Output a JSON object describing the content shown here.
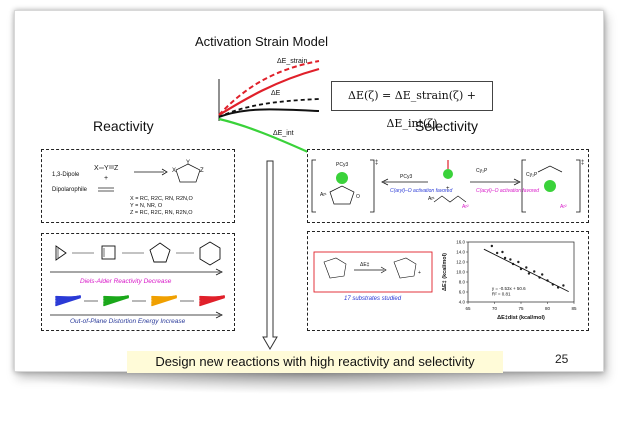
{
  "slide": {
    "title": "Activation Strain Model",
    "equation": "ΔE(ζ) = ΔE_strain(ζ) + ΔE_int(ζ)",
    "reactivity_heading": "Reactivity",
    "selectivity_heading": "Selectivity",
    "banner": "Design new reactions with high reactivity and selectivity",
    "page_number": "25"
  },
  "strain_plot": {
    "label_strain": "ΔE_strain",
    "label_e": "ΔE",
    "label_int": "ΔE_int",
    "colors": {
      "strain": "#e0202a",
      "e": "#111111",
      "int": "#3ad23a"
    }
  },
  "reactivity": {
    "dipole_label": "1,3-Dipole",
    "dipolarophile_label": "Dipolarophile",
    "x_def": "X = RC, R2C, RN, R2N,O",
    "y_def": "Y = N, NR, O",
    "z_def": "Z = RC, R2C, RN, R2N,O",
    "da_arrow_label": "Diels-Alder Reactivity Decrease",
    "distortion_arrow_label": "Out-of-Plane Distortion Energy Increase",
    "colors": {
      "da_label": "#d818c8",
      "distortion_label": "#2a3a9a"
    },
    "ring_icons": [
      "cyclopropene-icon",
      "cyclobutene-icon",
      "cyclopentene-icon",
      "cyclohexene-icon"
    ],
    "distortion_colors": [
      "#2a3ad6",
      "#1aa81a",
      "#f0a000",
      "#e0202a"
    ]
  },
  "selectivity": {
    "ligand_label": "PCy3",
    "left_path_label": "C(aryl)–O activation favored",
    "right_path_label": "C(acyl)–O activation favored",
    "colors": {
      "left_path": "#2a3ad6",
      "right_path": "#d818c8",
      "metal": "#3ad23a"
    },
    "substrates_label": "17 substrates studied",
    "scatter": {
      "equation": "y = -0.53x + 50.6",
      "r2": "R² = 0.81",
      "ylabel": "ΔE‡ (kcal/mol)",
      "xlabel": "ΔE‡dist (kcal/mol)",
      "xticks": [
        "65",
        "70",
        "75",
        "80",
        "85"
      ],
      "yticks": [
        "4.0",
        "6.0",
        "8.0",
        "10.0",
        "12.0",
        "14.0",
        "16.0"
      ],
      "xlim": [
        65,
        85
      ],
      "ylim": [
        4,
        16
      ],
      "points": [
        [
          69.5,
          15.2
        ],
        [
          70.5,
          13.8
        ],
        [
          71.5,
          14.0
        ],
        [
          72,
          12.8
        ],
        [
          73,
          12.5
        ],
        [
          73.5,
          11.6
        ],
        [
          74.5,
          12.0
        ],
        [
          75,
          10.6
        ],
        [
          76,
          10.9
        ],
        [
          76.5,
          9.7
        ],
        [
          77.5,
          10.1
        ],
        [
          78.5,
          8.9
        ],
        [
          79,
          9.5
        ],
        [
          80,
          8.3
        ],
        [
          81,
          7.5
        ],
        [
          82,
          6.9
        ],
        [
          83,
          7.3
        ]
      ],
      "fit": {
        "slope": -0.53,
        "intercept": 50.6
      }
    }
  }
}
